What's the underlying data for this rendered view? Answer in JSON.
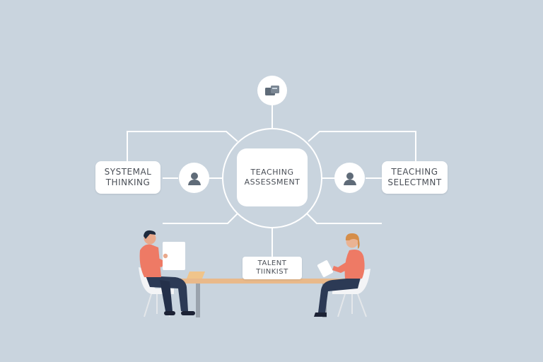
{
  "diagram": {
    "center": {
      "line1": "TEACHING",
      "line2": "ASSESSMENT"
    },
    "left_box": {
      "line1": "SYSTEMAL",
      "line2": "THINKING"
    },
    "right_box": {
      "line1": "TEACHING",
      "line2": "SELECTMNT"
    },
    "bottom_box": {
      "line1": "TALENT",
      "line2": "TIINKIST"
    },
    "icons": {
      "top": "folder-icon",
      "left": "person-icon",
      "right": "person-icon"
    },
    "colors": {
      "background": "#c9d4de",
      "lines": "#ffffff",
      "shirt": "#ee7a65",
      "pants": "#2c3a55",
      "table": "#e9b98a"
    }
  }
}
